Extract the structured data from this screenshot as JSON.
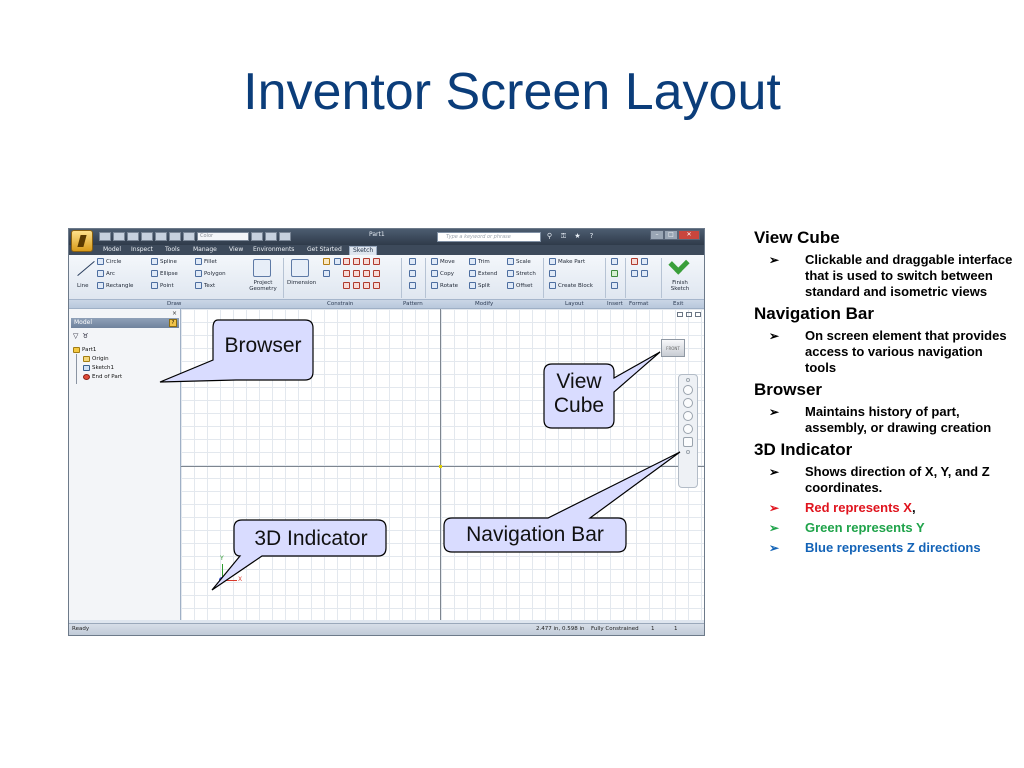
{
  "slide": {
    "title": "Inventor Screen Layout"
  },
  "app": {
    "window_title": "Part1",
    "color_combo": "Color",
    "search_placeholder": "Type a keyword or phrase",
    "tabs": [
      {
        "label": "Model"
      },
      {
        "label": "Inspect"
      },
      {
        "label": "Tools"
      },
      {
        "label": "Manage"
      },
      {
        "label": "View"
      },
      {
        "label": "Environments"
      },
      {
        "label": "Get Started"
      },
      {
        "label": "Sketch",
        "active": true
      }
    ],
    "ribbon": {
      "line": "Line",
      "circle": "Circle",
      "arc": "Arc",
      "rectangle": "Rectangle",
      "spline": "Spline",
      "ellipse": "Ellipse",
      "point": "Point",
      "fillet": "Fillet",
      "polygon": "Polygon",
      "text": "Text",
      "project_geometry": "Project Geometry",
      "dimension": "Dimension",
      "move": "Move",
      "copy": "Copy",
      "rotate": "Rotate",
      "trim": "Trim",
      "extend": "Extend",
      "split": "Split",
      "scale": "Scale",
      "stretch": "Stretch",
      "offset": "Offset",
      "make_part": "Make Part",
      "create_block": "Create Block",
      "finish_sketch": "Finish Sketch",
      "groups": [
        "Draw",
        "Constrain",
        "Pattern",
        "Modify",
        "Layout",
        "Insert",
        "Format",
        "Exit"
      ]
    },
    "browser": {
      "header": "Model",
      "tree": [
        {
          "label": "Part1",
          "level": 0
        },
        {
          "label": "Origin",
          "level": 1
        },
        {
          "label": "Sketch1",
          "level": 1
        },
        {
          "label": "End of Part",
          "level": 1
        }
      ]
    },
    "viewcube_label": "FRONT",
    "triad": {
      "x": "X",
      "y": "Y"
    },
    "status": {
      "left": "Ready",
      "coords": "2.477 in, 0.598 in",
      "state": "Fully Constrained",
      "count_a": "1",
      "count_b": "1"
    }
  },
  "callouts": {
    "browser": "Browser",
    "view_cube": "View Cube",
    "indicator_3d": "3D Indicator",
    "navigation_bar": "Navigation Bar",
    "fill_color": "#d9dcff",
    "stroke_color": "#000000"
  },
  "notes": [
    {
      "heading": "View Cube",
      "items": [
        {
          "text": "Clickable and draggable interface that is used to switch between standard and isometric views"
        }
      ]
    },
    {
      "heading": "Navigation Bar",
      "items": [
        {
          "text": "On screen element that provides access to various navigation tools"
        }
      ]
    },
    {
      "heading": "Browser",
      "items": [
        {
          "text": "Maintains history of part, assembly, or drawing creation"
        }
      ]
    },
    {
      "heading": "3D Indicator",
      "items": [
        {
          "text": "Shows direction of X, Y, and Z coordinates."
        },
        {
          "text": "Red represents X",
          "suffix": ",",
          "color": "red"
        },
        {
          "text": "Green represents Y",
          "color": "green"
        },
        {
          "text": "Blue represents Z directions",
          "color": "blue"
        }
      ]
    }
  ],
  "colors": {
    "title": "#0b3d7a",
    "red": "#e0141e",
    "green": "#1fa34a",
    "blue": "#1363b7"
  }
}
